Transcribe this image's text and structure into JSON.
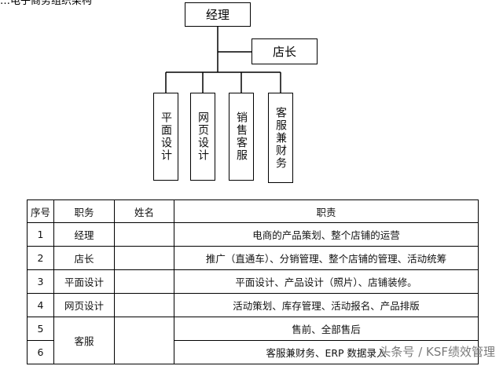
{
  "header_fragment": "…电子商务组织架构",
  "org": {
    "manager": "经理",
    "store_manager": "店长",
    "departments": [
      "平面设计",
      "网页设计",
      "销售客服",
      "客服兼财务"
    ]
  },
  "table": {
    "headers": [
      "序号",
      "职务",
      "姓名",
      "职责"
    ],
    "rows": [
      {
        "no": "1",
        "role": "经理",
        "name": "",
        "duty": "电商的产品策划、整个店铺的运营"
      },
      {
        "no": "2",
        "role": "店长",
        "name": "",
        "duty": "推广（直通车）、分销管理、整个店铺的管理、活动统筹"
      },
      {
        "no": "3",
        "role": "平面设计",
        "name": "",
        "duty": "平面设计、产品设计（照片）、店铺装修。"
      },
      {
        "no": "4",
        "role": "网页设计",
        "name": "",
        "duty": "活动策划、库存管理、活动报名、产品排版"
      },
      {
        "no": "5",
        "role": "客服",
        "name": "",
        "duty": "售前、全部售后"
      },
      {
        "no": "6",
        "role": "",
        "name": "",
        "duty": "客服兼财务、ERP 数据录入"
      }
    ]
  },
  "watermark": "头条号 / KSF绩效管理"
}
